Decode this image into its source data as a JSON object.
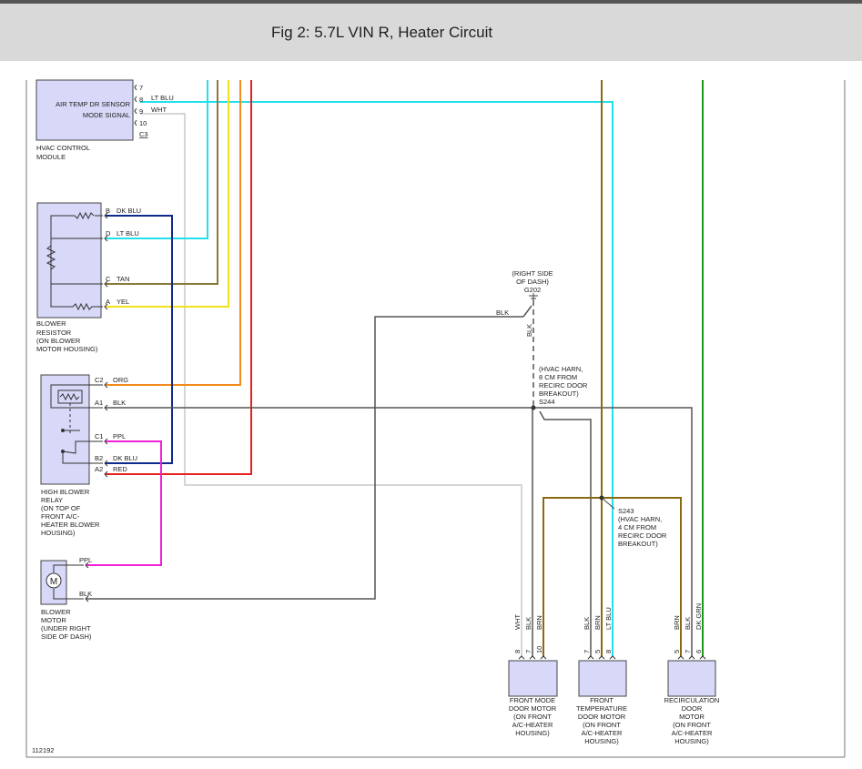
{
  "header": {
    "title": "Fig 2: 5.7L VIN R, Heater Circuit"
  },
  "figure_id": "112192",
  "colors": {
    "lt_blu": "#22e0ea",
    "wht": "#c8c8c8",
    "dk_blu": "#0f2a8c",
    "tan": "#8a7a3a",
    "yel": "#f2e21a",
    "org": "#f28c1e",
    "blk": "#555555",
    "ppl": "#f21ed8",
    "red": "#e8201c",
    "brn": "#8a6a10",
    "dk_grn": "#1a9a1a",
    "component": "#d8d8f8"
  },
  "hvac": {
    "pins": [
      "7",
      "8",
      "9",
      "10"
    ],
    "label1": "AIR TEMP DR SENSOR",
    "label2": "MODE SIGNAL",
    "wire8": "LT BLU",
    "wire9": "WHT",
    "connector": "C3",
    "name": [
      "HVAC CONTROL",
      "MODULE"
    ]
  },
  "resistor": {
    "pins": [
      "B",
      "D",
      "C",
      "A"
    ],
    "wires": [
      "DK BLU",
      "LT BLU",
      "TAN",
      "YEL"
    ],
    "name": [
      "BLOWER",
      "RESISTOR",
      "(ON BLOWER",
      "MOTOR HOUSING)"
    ]
  },
  "relay": {
    "pins": [
      "C2",
      "A1",
      "C1",
      "B2",
      "A2"
    ],
    "wires": [
      "ORG",
      "BLK",
      "PPL",
      "DK BLU",
      "RED"
    ],
    "name": [
      "HIGH BLOWER",
      "RELAY",
      "(ON TOP OF",
      "FRONT A/C-",
      "HEATER BLOWER",
      "HOUSING)"
    ]
  },
  "motor": {
    "symbol": "M",
    "wires": [
      "PPL",
      "BLK"
    ],
    "name": [
      "BLOWER",
      "MOTOR",
      "(UNDER RIGHT",
      "SIDE OF DASH)"
    ]
  },
  "ground": {
    "note": [
      "(RIGHT SIDE",
      "OF DASH)"
    ],
    "id": "G202",
    "wire_h": "BLK",
    "wire_v": "BLK"
  },
  "splice244": {
    "text": [
      "(HVAC HARN,",
      "8 CM FROM",
      "RECIRC DOOR",
      "BREAKOUT)"
    ],
    "id": "S244"
  },
  "splice243": {
    "id": "S243",
    "text": [
      "(HVAC HARN,",
      "4 CM FROM",
      "RECIRC DOOR",
      "BREAKOUT)"
    ]
  },
  "mode_motor": {
    "wires": [
      "WHT",
      "BLK",
      "BRN"
    ],
    "pins": [
      "8",
      "7",
      "10"
    ],
    "name": [
      "FRONT MODE",
      "DOOR MOTOR",
      "(ON FRONT",
      "A/C-HEATER",
      "HOUSING)"
    ]
  },
  "temp_motor": {
    "wires": [
      "BLK",
      "BRN",
      "LT BLU"
    ],
    "pins": [
      "7",
      "5",
      "8"
    ],
    "name": [
      "FRONT",
      "TEMPERATURE",
      "DOOR MOTOR",
      "(ON FRONT",
      "A/C-HEATER",
      "HOUSING)"
    ]
  },
  "recirc_motor": {
    "wires": [
      "BRN",
      "BLK",
      "DK GRN"
    ],
    "pins": [
      "5",
      "7",
      "6"
    ],
    "name": [
      "RECIRCULATION",
      "DOOR",
      "MOTOR",
      "(ON FRONT",
      "A/C-HEATER",
      "HOUSING)"
    ]
  }
}
